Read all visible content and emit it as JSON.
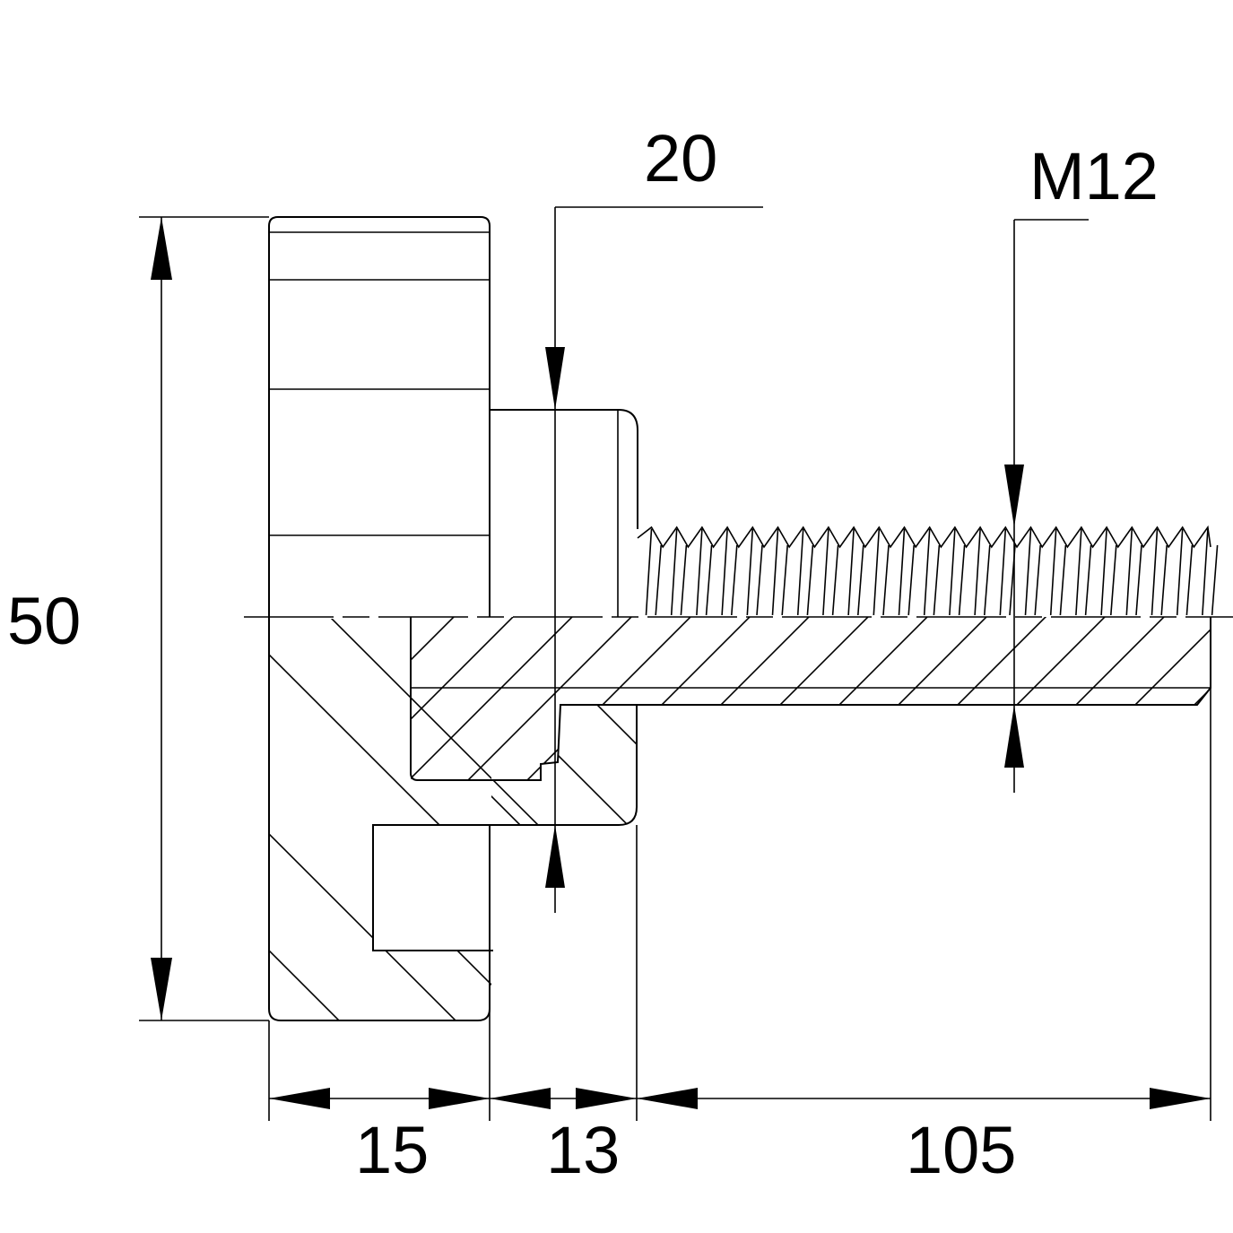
{
  "drawing": {
    "dimensions": {
      "height": "50",
      "knob_width": "15",
      "hub_width": "13",
      "thread_length": "105",
      "hub_diameter": "20",
      "thread_size": "M12"
    }
  }
}
